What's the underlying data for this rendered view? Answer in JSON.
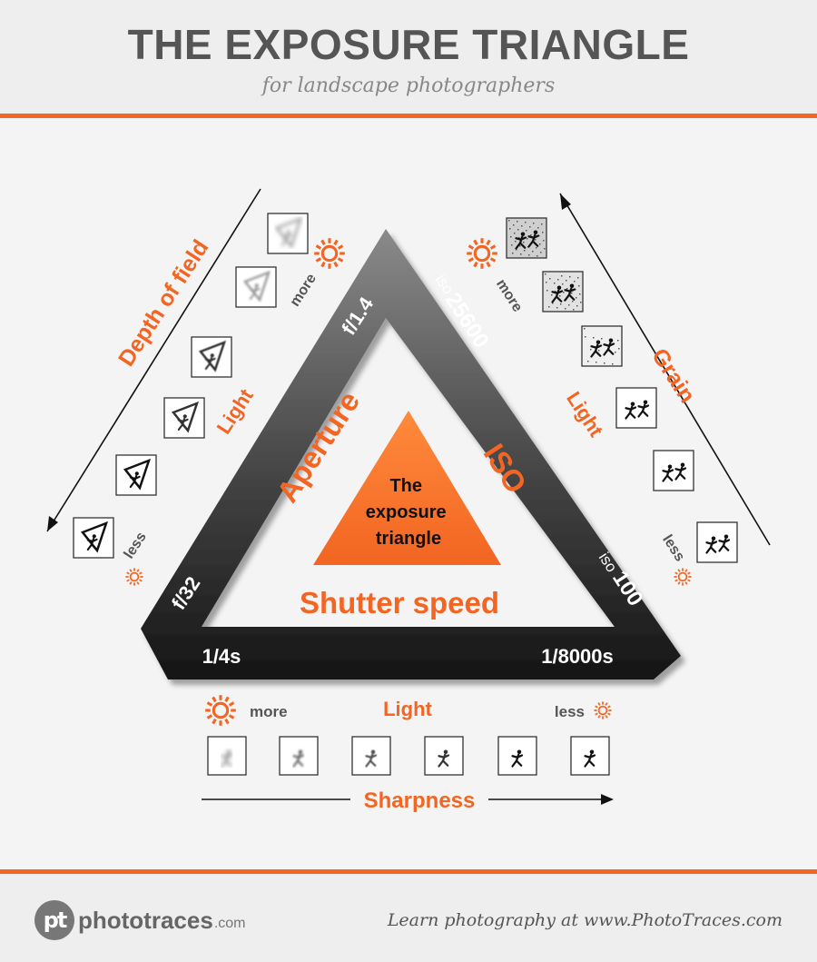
{
  "header": {
    "title": "THE EXPOSURE TRIANGLE",
    "subtitle": "for landscape photographers"
  },
  "triangle": {
    "center_text": [
      "The",
      "exposure",
      "triangle"
    ],
    "aperture_label": "Aperture",
    "iso_label": "ISO",
    "shutter_label": "Shutter speed",
    "aperture_wide": "f/1.4",
    "aperture_narrow": "f/32",
    "iso_high_prefix": "iso",
    "iso_high_value": "25600",
    "iso_low_prefix": "iso",
    "iso_low_value": "100",
    "shutter_slow": "1/4s",
    "shutter_fast": "1/8000s"
  },
  "left_side": {
    "axis_label": "Depth of field",
    "light_label": "Light",
    "more_label": "more",
    "less_label": "less",
    "sun_icon": "sun-icon",
    "thumb_icon": "hiker-icon"
  },
  "right_side": {
    "axis_label": "Grain",
    "light_label": "Light",
    "more_label": "more",
    "less_label": "less",
    "sun_icon": "sun-icon",
    "thumb_icon": "dancers-icon"
  },
  "bottom_side": {
    "axis_label": "Sharpness",
    "light_label": "Light",
    "more_label": "more",
    "less_label": "less",
    "sun_icon": "sun-icon",
    "thumb_icon": "runner-icon"
  },
  "colors": {
    "accent": "#f26522",
    "band_dark": "#1f1f1f",
    "band_light": "#7a7a7a"
  },
  "footer": {
    "logo_mark": "pt",
    "logo_name": "phototraces",
    "logo_domain": ".com",
    "tagline": "Learn photography at www.PhotoTraces.com"
  }
}
